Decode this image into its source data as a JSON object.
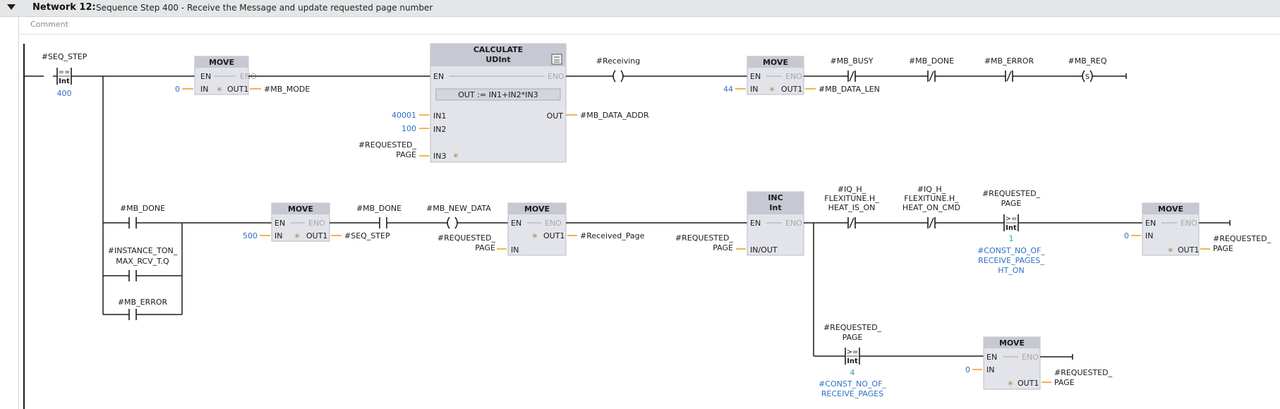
{
  "network": {
    "title": "Network 12:",
    "description": "Sequence Step 400 - Receive the Message and update requested page number",
    "comment_placeholder": "Comment"
  },
  "colors": {
    "wire": "#1b1b1b",
    "pin_stub": "#f0a020",
    "constant": "#2f6fc4",
    "box_fill": "#e3e4ea",
    "box_header": "#c6c8d2",
    "greyed": "#a8a8a8",
    "background": "#ffffff"
  },
  "row1": {
    "seq_step_cmp": {
      "operand": "#SEQ_STEP",
      "op": "==",
      "type": "Int",
      "value": "400"
    },
    "move1": {
      "title": "MOVE",
      "en": "EN",
      "eno": "ENO",
      "in": "IN",
      "out": "OUT1",
      "in_val": "0",
      "out_val": "#MB_MODE"
    },
    "calc": {
      "title": "CALCULATE",
      "type": "UDInt",
      "en": "EN",
      "eno": "ENO",
      "formula": "OUT :=   IN1+IN2*IN3",
      "in1": "IN1",
      "in2": "IN2",
      "in3": "IN3",
      "out": "OUT",
      "in1_val": "40001",
      "in2_val": "100",
      "in3_val_l1": "#REQUESTED_",
      "in3_val_l2": "PAGE",
      "out_val": "#MB_DATA_ADDR"
    },
    "receiving_coil": "#Receiving",
    "move2": {
      "title": "MOVE",
      "en": "EN",
      "eno": "ENO",
      "in": "IN",
      "out": "OUT1",
      "in_val": "44",
      "out_val": "#MB_DATA_LEN"
    },
    "mb_busy": "#MB_BUSY",
    "mb_done": "#MB_DONE",
    "mb_error": "#MB_ERROR",
    "mb_req": "#MB_REQ",
    "set_letter": "S"
  },
  "row2": {
    "mb_done_contact": "#MB_DONE",
    "ton_l1": "#INSTANCE_TON_",
    "ton_l2": "MAX_RCV_T.Q",
    "mb_error_contact": "#MB_ERROR",
    "move3": {
      "title": "MOVE",
      "en": "EN",
      "eno": "ENO",
      "in": "IN",
      "out": "OUT1",
      "in_val": "500",
      "out_val": "#SEQ_STEP"
    },
    "mb_done2": "#MB_DONE",
    "mb_new_data": "#MB_NEW_DATA",
    "move4": {
      "title": "MOVE",
      "en": "EN",
      "eno": "ENO",
      "in": "IN",
      "out": "OUT1",
      "in_val_l1": "#REQUESTED_",
      "in_val_l2": "PAGE",
      "out_val": "#Received_Page"
    },
    "inc": {
      "title": "INC",
      "type": "Int",
      "en": "EN",
      "eno": "ENO",
      "inout": "IN/OUT",
      "val_l1": "#REQUESTED_",
      "val_l2": "PAGE"
    },
    "iq1_l1": "#IQ_H_",
    "iq1_l2": "FLEXITUNE.H_",
    "iq1_l3": "HEAT_IS_ON",
    "iq2_l1": "#IQ_H_",
    "iq2_l2": "FLEXITUNE.H_",
    "iq2_l3": "HEAT_ON_CMD",
    "cmp": {
      "l1": "#REQUESTED_",
      "l2": "PAGE",
      "op": ">=",
      "type": "Int",
      "value": "1",
      "c1": "#CONST_NO_OF_",
      "c2": "RECEIVE_PAGES_",
      "c3": "HT_ON"
    },
    "move5": {
      "title": "MOVE",
      "en": "EN",
      "eno": "ENO",
      "in": "IN",
      "out": "OUT1",
      "in_val": "0",
      "out_l1": "#REQUESTED_",
      "out_l2": "PAGE"
    }
  },
  "row3": {
    "cmp": {
      "l1": "#REQUESTED_",
      "l2": "PAGE",
      "op": ">=",
      "type": "Int",
      "value": "4",
      "c1": "#CONST_NO_OF_",
      "c2": "RECEIVE_PAGES"
    },
    "move6": {
      "title": "MOVE",
      "en": "EN",
      "eno": "ENO",
      "in": "IN",
      "out": "OUT1",
      "in_val": "0",
      "out_l1": "#REQUESTED_",
      "out_l2": "PAGE"
    }
  }
}
